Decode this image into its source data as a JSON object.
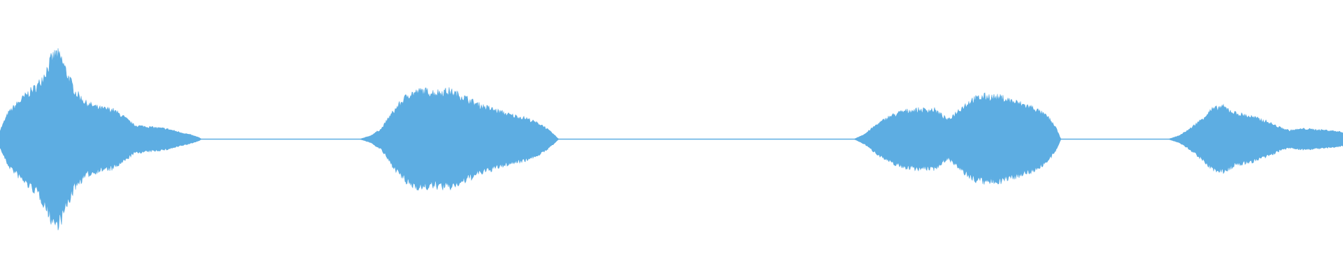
{
  "waveform": {
    "color": "#5DADE2",
    "amplitude_envelope": [
      [
        0.0,
        0.1
      ],
      [
        0.006,
        0.3
      ],
      [
        0.012,
        0.4
      ],
      [
        0.02,
        0.52
      ],
      [
        0.028,
        0.62
      ],
      [
        0.034,
        0.78
      ],
      [
        0.038,
        0.92
      ],
      [
        0.042,
        1.0
      ],
      [
        0.046,
        0.92
      ],
      [
        0.05,
        0.76
      ],
      [
        0.056,
        0.55
      ],
      [
        0.064,
        0.42
      ],
      [
        0.074,
        0.36
      ],
      [
        0.084,
        0.34
      ],
      [
        0.092,
        0.26
      ],
      [
        0.1,
        0.16
      ],
      [
        0.112,
        0.14
      ],
      [
        0.124,
        0.12
      ],
      [
        0.134,
        0.08
      ],
      [
        0.142,
        0.05
      ],
      [
        0.148,
        0.02
      ],
      [
        0.15,
        0.0
      ],
      [
        0.268,
        0.0
      ],
      [
        0.276,
        0.04
      ],
      [
        0.284,
        0.12
      ],
      [
        0.29,
        0.26
      ],
      [
        0.296,
        0.38
      ],
      [
        0.304,
        0.52
      ],
      [
        0.314,
        0.56
      ],
      [
        0.324,
        0.54
      ],
      [
        0.334,
        0.56
      ],
      [
        0.344,
        0.5
      ],
      [
        0.356,
        0.4
      ],
      [
        0.368,
        0.34
      ],
      [
        0.38,
        0.28
      ],
      [
        0.392,
        0.24
      ],
      [
        0.404,
        0.16
      ],
      [
        0.412,
        0.06
      ],
      [
        0.416,
        0.0
      ],
      [
        0.636,
        0.0
      ],
      [
        0.644,
        0.06
      ],
      [
        0.652,
        0.16
      ],
      [
        0.662,
        0.26
      ],
      [
        0.672,
        0.32
      ],
      [
        0.682,
        0.34
      ],
      [
        0.696,
        0.34
      ],
      [
        0.706,
        0.22
      ],
      [
        0.714,
        0.34
      ],
      [
        0.724,
        0.46
      ],
      [
        0.734,
        0.5
      ],
      [
        0.746,
        0.48
      ],
      [
        0.758,
        0.42
      ],
      [
        0.77,
        0.36
      ],
      [
        0.78,
        0.26
      ],
      [
        0.786,
        0.14
      ],
      [
        0.79,
        0.0
      ],
      [
        0.87,
        0.0
      ],
      [
        0.878,
        0.04
      ],
      [
        0.886,
        0.12
      ],
      [
        0.894,
        0.22
      ],
      [
        0.902,
        0.34
      ],
      [
        0.91,
        0.38
      ],
      [
        0.92,
        0.3
      ],
      [
        0.932,
        0.26
      ],
      [
        0.944,
        0.2
      ],
      [
        0.952,
        0.14
      ],
      [
        0.96,
        0.1
      ],
      [
        0.97,
        0.12
      ],
      [
        0.98,
        0.11
      ],
      [
        0.99,
        0.1
      ],
      [
        1.0,
        0.08
      ]
    ]
  }
}
